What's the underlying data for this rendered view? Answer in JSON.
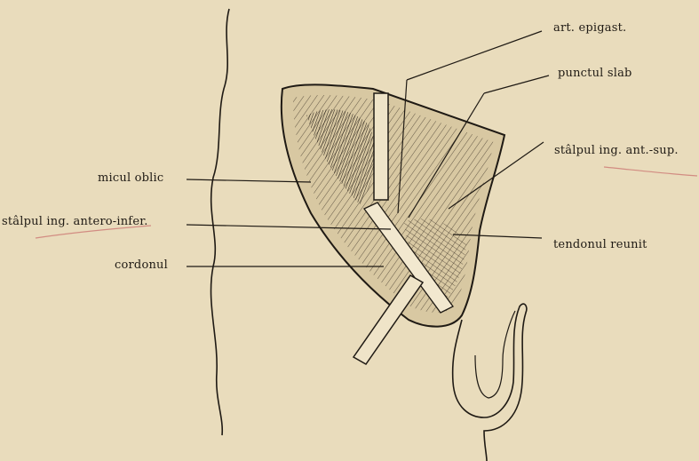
{
  "figure": {
    "labels": {
      "art_epigast": "art. epigast.",
      "punctul_slab": "punctul slab",
      "stalpul_ant_sup": "stâlpul ing. ant.-sup.",
      "micul_oblic": "micul oblic",
      "stalpul_antero_infer": "stâlpul ing. antero-infer.",
      "tendonul_reunit": "tendonul reunit",
      "cordonul": "cordonul"
    },
    "colors": {
      "paper": "#e9dcbc",
      "ink": "#1f1a14",
      "pencil_underline": "#c86a6a"
    }
  }
}
